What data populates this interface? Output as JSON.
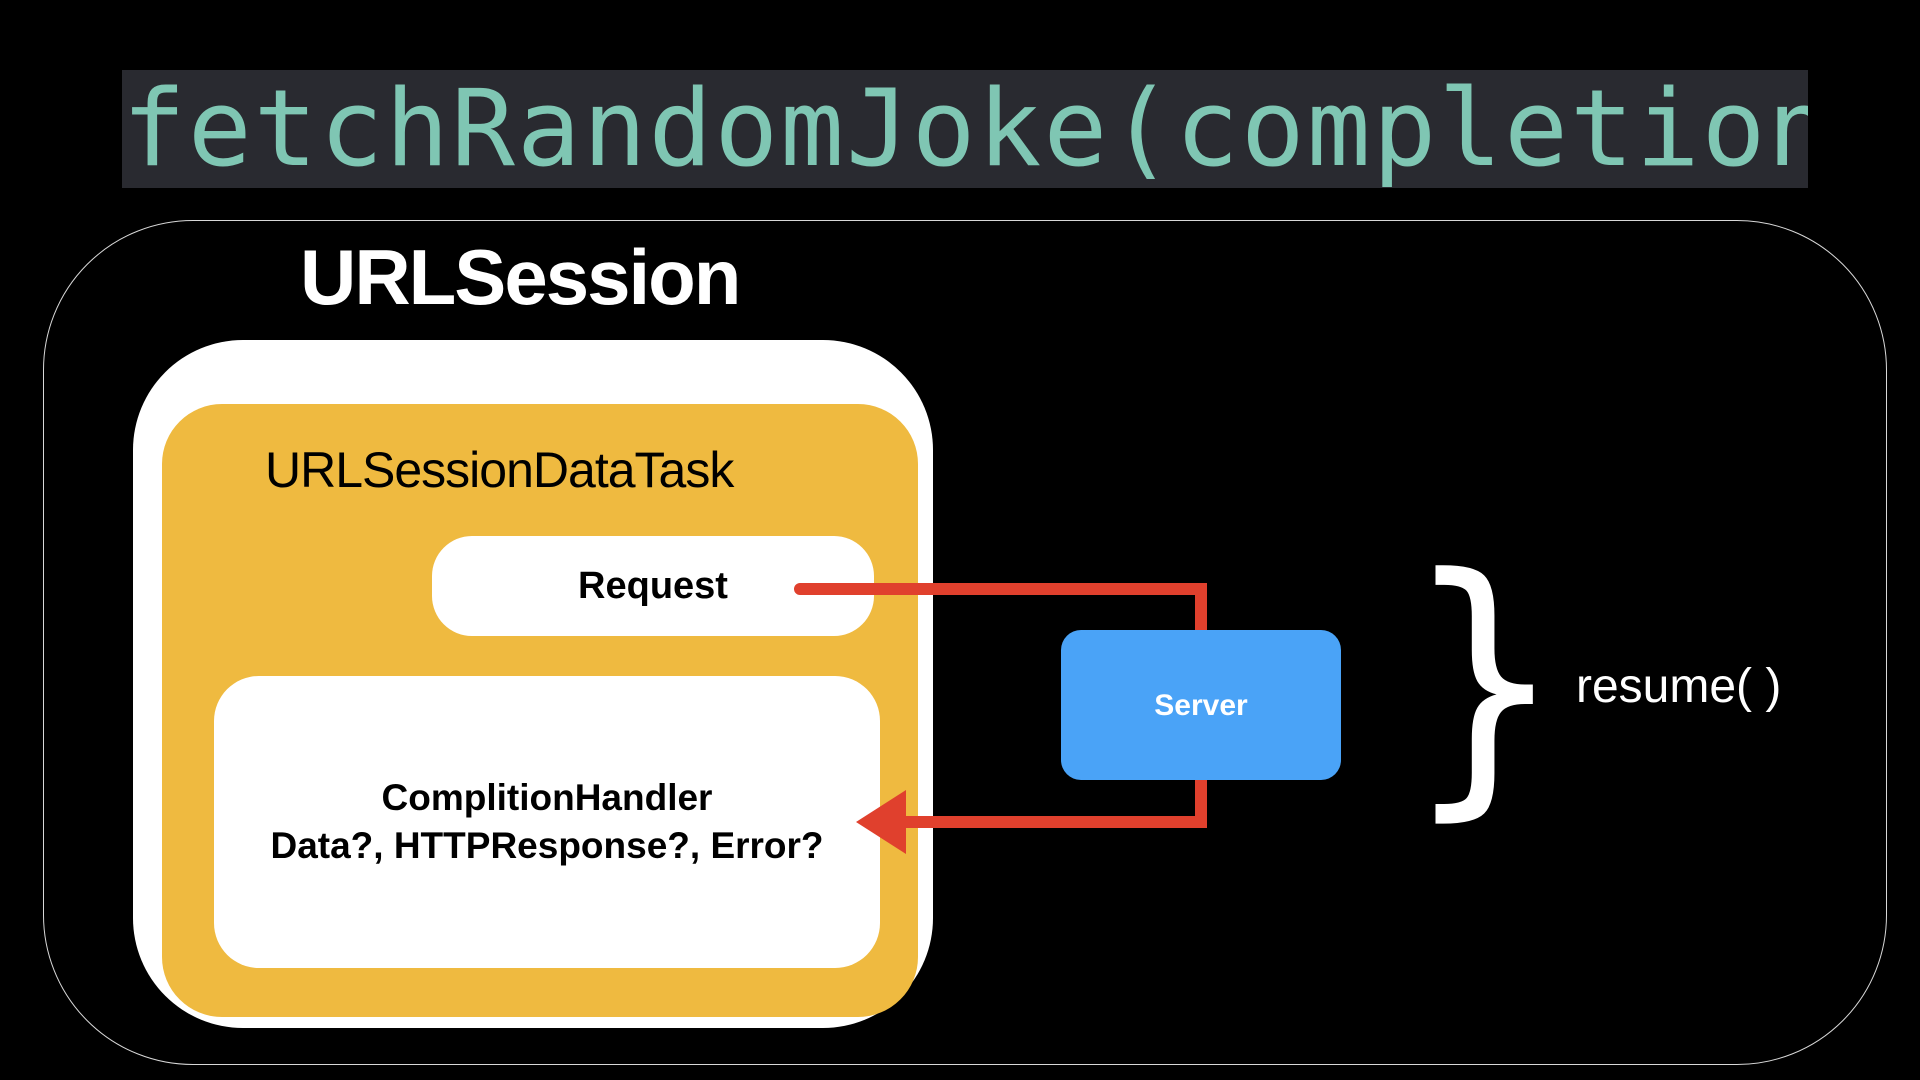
{
  "title": "fetchRandomJoke(completion:)",
  "session": {
    "label": "URLSession",
    "task": {
      "label": "URLSessionDataTask",
      "request_label": "Request",
      "handler": {
        "line1": "ComplitionHandler",
        "line2": "Data?, HTTPResponse?, Error?"
      }
    }
  },
  "server": {
    "label": "Server"
  },
  "resume": {
    "brace_glyph": "}",
    "label": "resume( )"
  },
  "colors": {
    "background": "#000000",
    "title_text": "#7fc6b3",
    "title_bg": "#292a30",
    "task_fill": "#efba40",
    "server_fill": "#4aa3f7",
    "arrow": "#e0402d"
  }
}
